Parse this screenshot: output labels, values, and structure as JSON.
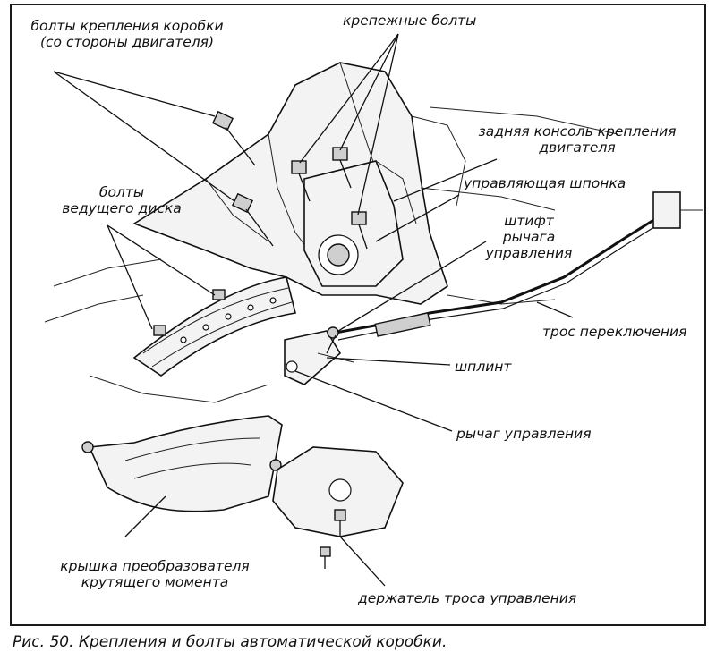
{
  "labels": {
    "transmission_bolts_line1": "болты крепления коробки",
    "transmission_bolts_line2": "(со стороны двигателя)",
    "mounting_bolts": "крепежные болты",
    "rear_mount_line1": "задняя консоль крепления",
    "rear_mount_line2": "двигателя",
    "control_key": "управляющая шпонка",
    "flexplate_bolts_line1": "болты",
    "flexplate_bolts_line2": "ведущего диска",
    "lever_pin_line1": "штифт",
    "lever_pin_line2": "рычага",
    "lever_pin_line3": "управления",
    "shift_cable": "трос переключения",
    "cotter_pin": "шплинт",
    "control_lever": "рычаг управления",
    "converter_cover_line1": "крышка  преобразователя",
    "converter_cover_line2": "крутящего момента",
    "cable_holder": "держатель троса управления"
  },
  "caption": "Рис. 50. Крепления и болты автоматической коробки."
}
